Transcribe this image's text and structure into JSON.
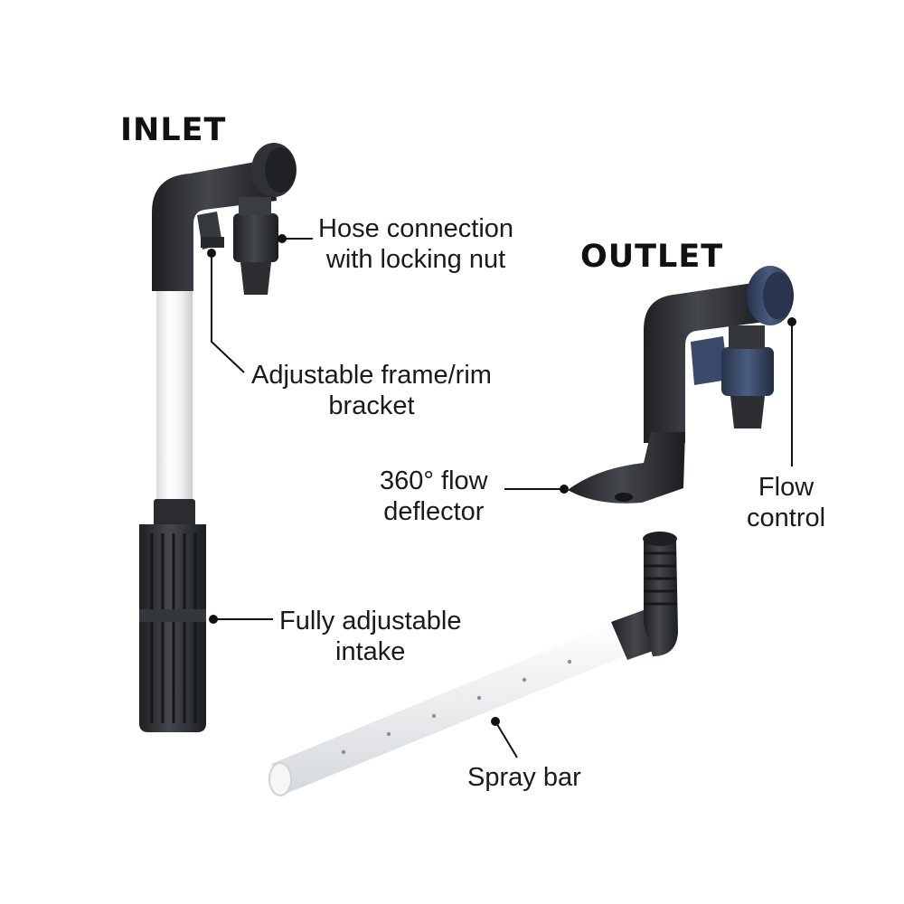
{
  "headings": {
    "inlet": "INLET",
    "outlet": "OUTLET"
  },
  "callouts": {
    "hose_connection": {
      "line1": "Hose connection",
      "line2": "with locking nut"
    },
    "frame_bracket": {
      "line1": "Adjustable frame/rim",
      "line2": "bracket"
    },
    "flow_deflector": {
      "line1": "360° flow",
      "line2": "deflector"
    },
    "flow_control": {
      "line1": "Flow",
      "line2": "control"
    },
    "intake": {
      "line1": "Fully adjustable",
      "line2": "intake"
    },
    "spray_bar": {
      "line1": "Spray bar"
    }
  },
  "colors": {
    "plastic_dark": "#2b2d30",
    "plastic_mid": "#3a3d41",
    "tube_white": "#f2f4f5",
    "nut_blue": "#3a4a66",
    "line": "#111111"
  }
}
